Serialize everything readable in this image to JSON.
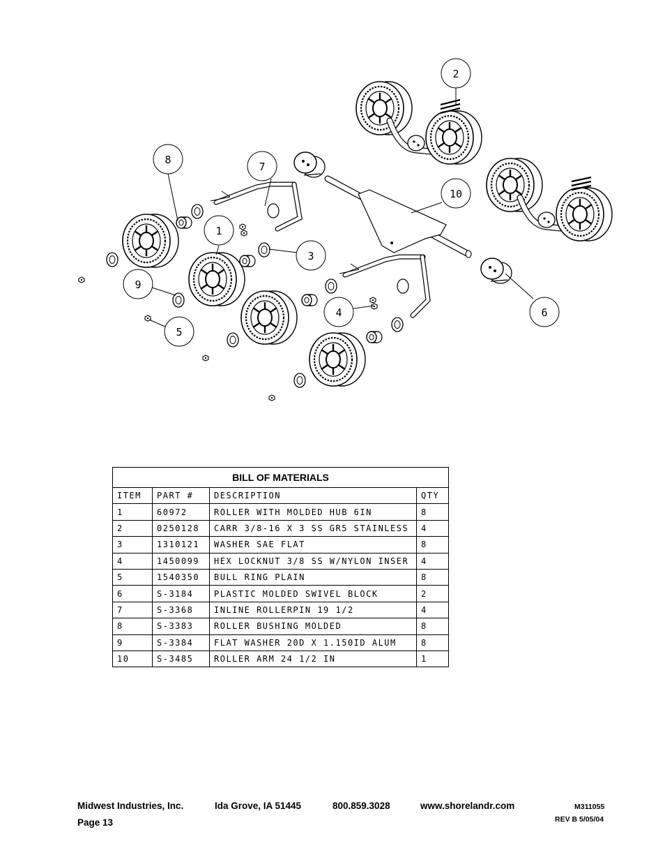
{
  "callouts": [
    "1",
    "2",
    "3",
    "4",
    "5",
    "6",
    "7",
    "8",
    "9",
    "10"
  ],
  "bom": {
    "title": "BILL OF MATERIALS",
    "headers": [
      "ITEM",
      "PART #",
      "DESCRIPTION",
      "QTY"
    ],
    "rows": [
      [
        "1",
        "60972",
        "ROLLER WITH MOLDED HUB  6IN",
        "8"
      ],
      [
        "2",
        "0250128",
        "CARR 3/8-16 X 3 SS GR5 STAINLESS",
        "4"
      ],
      [
        "3",
        "1310121",
        "WASHER SAE FLAT",
        "8"
      ],
      [
        "4",
        "1450099",
        "HEX LOCKNUT 3/8 SS W/NYLON INSER",
        "4"
      ],
      [
        "5",
        "1540350",
        "BULL RING PLAIN",
        "8"
      ],
      [
        "6",
        "S-3184",
        "PLASTIC MOLDED SWIVEL BLOCK",
        "2"
      ],
      [
        "7",
        "S-3368",
        "INLINE ROLLERPIN 19 1/2",
        "4"
      ],
      [
        "8",
        "S-3383",
        "ROLLER BUSHING MOLDED",
        "8"
      ],
      [
        "9",
        "S-3384",
        "FLAT WASHER  20D X 1.150ID  ALUM",
        "8"
      ],
      [
        "10",
        "S-3485",
        "ROLLER ARM   24 1/2 IN",
        "1"
      ]
    ]
  },
  "footer": {
    "company": "Midwest Industries, Inc.",
    "location": "Ida Grove, IA  51445",
    "phone": "800.859.3028",
    "website": "www.shorelandr.com",
    "doc_number": "M311055",
    "page": "Page 13",
    "revision": "REV B 5/05/04"
  }
}
